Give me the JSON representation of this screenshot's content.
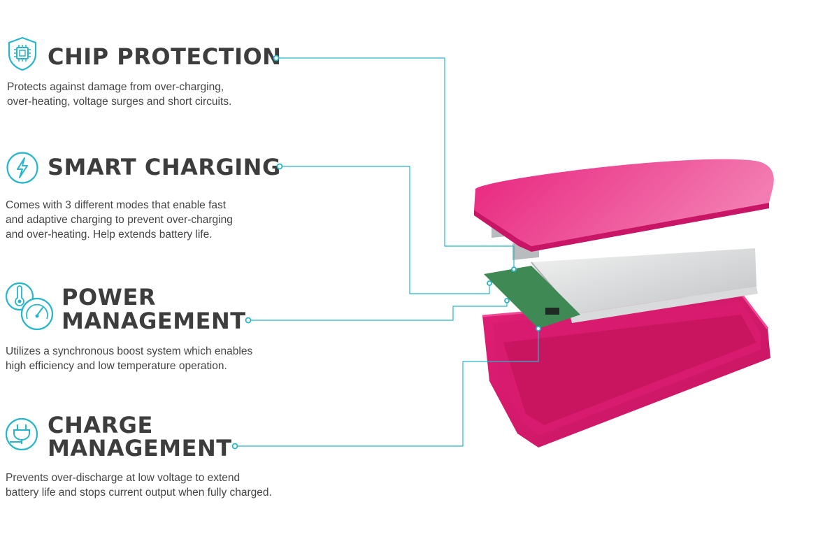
{
  "colors": {
    "accent": "#27b6c9",
    "title": "#3d3d3d",
    "text": "#444444",
    "shell": "#e6207a",
    "shell_light": "#f06ea9"
  },
  "features": [
    {
      "title": "CHIP PROTECTION",
      "icon": "shield-chip-icon",
      "description": "Protects against damage from over-charging,\nover-heating, voltage surges and short circuits."
    },
    {
      "title": "SMART CHARGING",
      "icon": "lightning-icon",
      "description": "Comes with 3 different modes that enable fast\nand adaptive charging to prevent over-charging\nand over-heating. Help extends battery life."
    },
    {
      "title_line1": "POWER",
      "title_line2": "MANAGEMENT",
      "icon": "thermometer-gauge-icon",
      "description": "Utilizes a synchronous boost system which enables\nhigh efficiency and low temperature operation."
    },
    {
      "title_line1": "CHARGE",
      "title_line2": "MANAGEMENT",
      "icon": "plug-icon",
      "description": "Prevents over-discharge at low voltage to extend\nbattery life and stops current output when fully charged."
    }
  ]
}
